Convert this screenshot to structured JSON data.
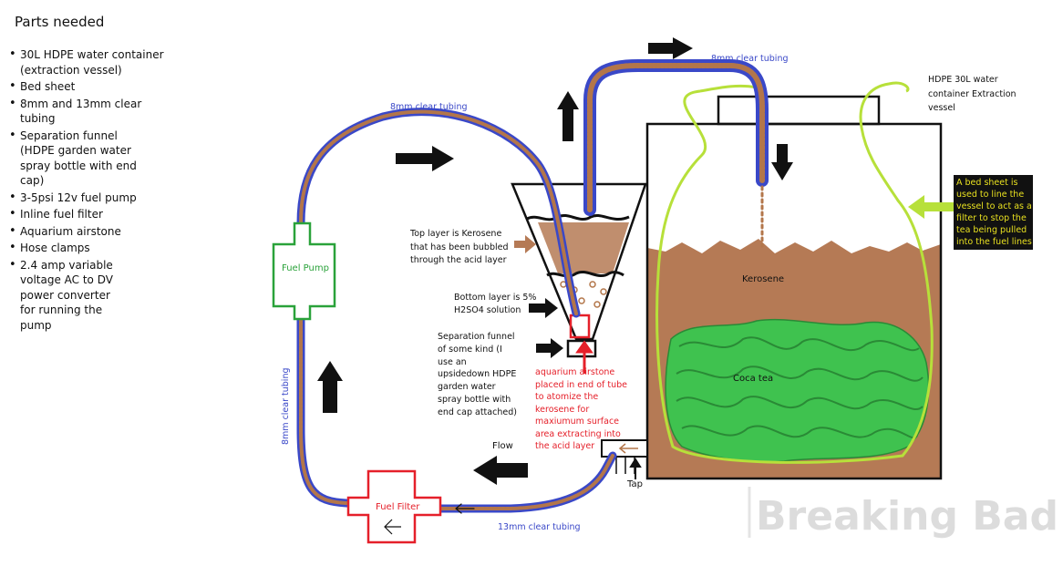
{
  "parts": {
    "title": "Parts needed",
    "items": [
      "30L HDPE water container\n(extraction vessel)",
      "Bed sheet",
      "8mm and 13mm clear tubing",
      "Separation funnel\n(HDPE garden water\nspray bottle with end\ncap)",
      "3-5psi 12v fuel pump",
      "Inline fuel filter",
      "Aquarium airstone",
      "Hose clamps",
      "2.4 amp variable\nvoltage AC to DV\npower converter\nfor running the\npump"
    ]
  },
  "labels": {
    "tubing_top_left": "8mm clear tubing",
    "tubing_top_right": "8mm clear tubing",
    "tubing_left_vertical": "8mm clear tubing",
    "tubing_bottom": "13mm clear tubing",
    "fuel_pump": "Fuel Pump",
    "fuel_filter": "Fuel Filter",
    "vessel_label": [
      "HDPE 30L water",
      "container Extraction",
      "vessel"
    ],
    "kerosene": "Kerosene",
    "coca_tea": "Coca tea",
    "tap": "Tap",
    "flow": "Flow",
    "top_layer": [
      "Top layer is Kerosene",
      "that has been bubbled",
      "through the acid layer"
    ],
    "bottom_layer": [
      "Bottom layer is 5%",
      "H2SO4 solution"
    ],
    "sep_funnel": [
      "Separation funnel",
      "of some kind (I",
      "use an",
      "upsidedown HDPE",
      "garden water",
      "spray bottle with",
      "end cap attached)"
    ],
    "airstone": [
      "aquarium airstone",
      "placed in end of tube",
      "to atomize the",
      "kerosene for",
      "maxiumum surface",
      "area extracting into",
      "the acid layer"
    ],
    "bed_sheet_note": [
      "A bed sheet is",
      "used to line the",
      "vessel to act as a",
      "filter to stop the",
      "tea being pulled",
      "into the fuel lines"
    ],
    "watermark": "Breaking Bad"
  },
  "colors": {
    "tube_blue": "#3a48c8",
    "tube_brown": "#b3764a",
    "kerosene": "#b57a55",
    "coca_tea": "#3fc24f",
    "bed_sheet": "#b7e03a",
    "pump_green": "#2aa23a",
    "filter_red": "#e5202a",
    "note_bg": "#111111",
    "note_text": "#e8e020",
    "red_text": "#e5202a",
    "watermark": "#d8d8d8"
  }
}
